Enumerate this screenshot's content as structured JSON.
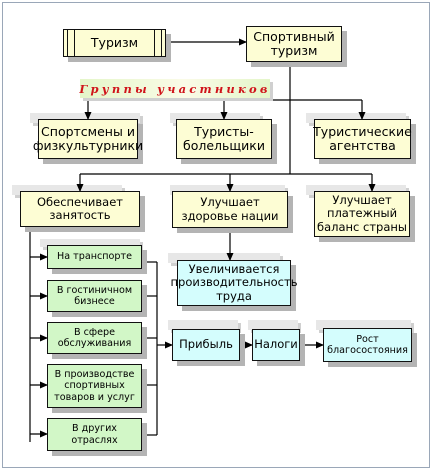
{
  "diagram": {
    "tourism": "Туризм",
    "sport_tourism": "Спортивный туризм",
    "participants_title": "Группы участников",
    "groups": [
      "Спортсмены и физкультурники",
      "Туристы-болельщики",
      "Туристические агентства"
    ],
    "effects": [
      "Обеспечивает занятость",
      "Улучшает здоровье нации",
      "Улучшает платежный баланс страны"
    ],
    "productivity": "Увеличивается производительность труда",
    "sectors": [
      "На транспорте",
      "В гостиничном бизнесе",
      "В сфере обслуживания",
      "В производстве спортивных товаров и услуг",
      "В других отраслях"
    ],
    "chain": [
      "Прибыль",
      "Налоги",
      "Рост благосостояния"
    ]
  },
  "colors": {
    "yellow": "#fdfdd4",
    "cyan": "#d4fdfd",
    "green": "#d2f7c7",
    "title_red": "#d0131a",
    "line": "#000000",
    "shadow": "#b4b4b4"
  }
}
